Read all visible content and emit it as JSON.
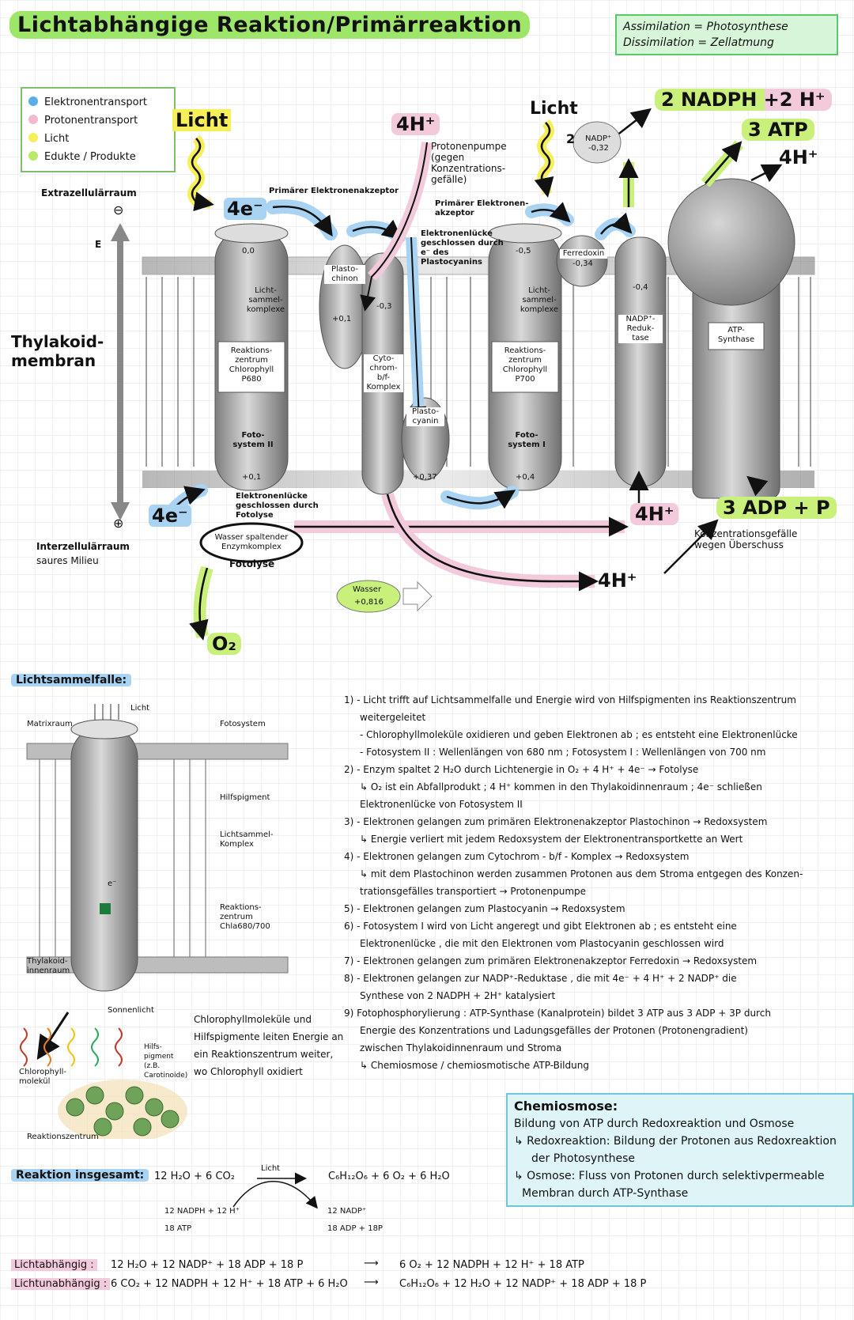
{
  "title": "Lichtabhängige Reaktion/Primärreaktion",
  "definitions": [
    "Assimilation = Photosynthese",
    "Dissimilation = Zellatmung"
  ],
  "legend": [
    {
      "label": "Elektronentransport",
      "color": "#5aaee6"
    },
    {
      "label": "Protonentransport",
      "color": "#f2b9d2"
    },
    {
      "label": "Licht",
      "color": "#f6ef5a"
    },
    {
      "label": "Edukte / Produkte",
      "color": "#b9ea6b"
    }
  ],
  "diagram": {
    "extracellular": "Extrazellulärraum",
    "intercellular": "Interzellulärraum",
    "acidic": "saures Milieu",
    "membrane_label": "Thylakoid-membran",
    "energy_axis": "E",
    "minus": "⊖",
    "plus": "⊕",
    "light1": "Licht",
    "light2": "Licht",
    "e4": "4e⁻",
    "e4_bottom": "4e⁻",
    "h4_top": "4H⁺",
    "h4_mid": "4H⁺",
    "h4_bottom": "4H⁺",
    "h4_right": "4H⁺",
    "nadph": "2 NADPH +2 H⁺",
    "atp": "3 ATP",
    "adp": "3 ADP + P",
    "o2": "O₂",
    "primary_acceptor1": "Primärer Elektronenakzeptor",
    "primary_acceptor2": "Primärer Elektronen-akzeptor",
    "proton_pump": "Protonenpumpe (gegen Konzentrations-gefälle)",
    "gap_note": "Elektronenlücke geschlossen durch e⁻ des Plastocyanins",
    "gap_note2": "Elektronenlücke geschlossen durch Fotolyse",
    "photolysis": "Fotolyse",
    "gradient": "Konzentrationsgefälle wegen Überschuss",
    "ps2_top": "0,0",
    "ps2_mid": "Licht-sammel-komplexe",
    "ps2_rc": "Reaktions-zentrum Chlorophyll P680",
    "ps2_name": "Foto-system II",
    "ps2_bottom": "+0,1",
    "plastochinon": "Plasto-chinon",
    "plastochinon_val": "+0,1",
    "cyt_val": "-0,3",
    "cyt": "Cyto-chrom-b/f-Komplex",
    "plastocyanin": "Plasto-cyanin",
    "plastocyanin_val": "+0,37",
    "ps1_top": "-0,5",
    "ps1_mid": "Licht-sammel-komplexe",
    "ps1_rc": "Reaktions-zentrum Chlorophyll P700",
    "ps1_name": "Foto-system I",
    "ps1_bottom": "+0,4",
    "ferredoxin": "Ferredoxin",
    "ferredoxin_val": "-0,34",
    "nadp_red_val": "-0,4",
    "nadp_red": "NADP⁺-Reduk-tase",
    "nadp_box": "NADP⁺",
    "nadp_box_val": "-0,32",
    "nadp_num": "2",
    "atp_synthase": "ATP-Synthase",
    "water_split": "Wasser spaltender Enzymkomplex",
    "water": "Wasser",
    "water_val": "+0,816"
  },
  "lichtsammelfalle": {
    "heading": "Lichtsammelfalle:",
    "labels": {
      "licht": "Licht",
      "matrix": "Matrixraum",
      "fotosystem": "Fotosystem",
      "hilfspigment": "Hilfspigment",
      "lsk": "Lichtsammel-Komplex",
      "rz": "Reaktions-zentrum Chla680/700",
      "innen": "Thylakoid-innenraum",
      "sonnenlicht": "Sonnenlicht",
      "hilfs2": "Hilfs-pigment (z.B. Carotinoide)",
      "chl": "Chlorophyll-molekül",
      "rz2": "Reaktionszentrum",
      "e": "e⁻"
    },
    "note": "Chlorophyllmoleküle und Hilfspigmente leiten Energie an ein Reaktionszentrum weiter, wo Chlorophyll oxidiert"
  },
  "steps": [
    "1) - Licht trifft auf Lichtsammelfalle und Energie wird von Hilfspigmenten ins Reaktionszentrum",
    "weitergeleitet",
    "- Chlorophyllmoleküle oxidieren und geben Elektronen ab ; es entsteht eine Elektronenlücke",
    "- Fotosystem II : Wellenlängen von 680 nm ; Fotosystem I : Wellenlängen von 700 nm",
    "2) - Enzym spaltet 2 H₂O durch Lichtenergie in O₂ + 4 H⁺ + 4e⁻ → Fotolyse",
    "↳ O₂ ist ein Abfallprodukt ; 4 H⁺ kommen in den Thylakoidinnenraum ; 4e⁻ schließen",
    "Elektronenlücke von Fotosystem II",
    "3) - Elektronen gelangen zum primären Elektronenakzeptor Plastochinon → Redoxsystem",
    "↳ Energie verliert mit jedem Redoxsystem der Elektronentransportkette an Wert",
    "4) - Elektronen gelangen zum Cytochrom - b/f - Komplex → Redoxsystem",
    "↳ mit dem Plastochinon werden zusammen Protonen aus dem Stroma entgegen des Konzen-",
    "trationsgefälles transportiert → Protonenpumpe",
    "5) - Elektronen gelangen zum Plastocyanin → Redoxsystem",
    "6) - Fotosystem I wird von Licht angeregt und gibt Elektronen ab ; es entsteht eine",
    "Elektronenlücke , die mit den Elektronen vom Plastocyanin geschlossen wird",
    "7) - Elektronen gelangen zum primären Elektronenakzeptor Ferredoxin → Redoxsystem",
    "8) - Elektronen gelangen zur NADP⁺-Reduktase , die mit 4e⁻ + 4 H⁺ + 2 NADP⁺ die",
    "Synthese von 2 NADPH + 2H⁺ katalysiert",
    "9) Fotophosphorylierung : ATP-Synthase (Kanalprotein) bildet 3 ATP aus 3 ADP + 3P durch",
    "Energie des Konzentrations und Ladungsgefälles der Protonen (Protonengradient)",
    "zwischen Thylakoidinnenraum und Stroma",
    "↳ Chemiosmose / chemiosmotische ATP-Bildung"
  ],
  "chemiosmose": {
    "title": "Chemiosmose:",
    "line1": "Bildung von ATP durch Redoxreaktion und Osmose",
    "line2": "↳ Redoxreaktion: Bildung der Protonen aus Redoxreaktion",
    "line3": "der Photosynthese",
    "line4": "↳ Osmose: Fluss von Protonen durch selektivpermeable",
    "line5": "Membran durch ATP-Synthase"
  },
  "reaction": {
    "label": "Reaktion insgesamt:",
    "left": "12 H₂O + 6 CO₂",
    "licht": "Licht",
    "right": "C₆H₁₂O₆ + 6 O₂ + 6 H₂O",
    "sub1a": "12 NADPH + 12 H⁺",
    "sub1b": "18 ATP",
    "sub2a": "12 NADP⁺",
    "sub2b": "18 ADP + 18P"
  },
  "summary": [
    {
      "label": "Lichtabhängig :",
      "left": "12 H₂O + 12 NADP⁺ + 18 ADP + 18 P",
      "right": "6 O₂ + 12 NADPH + 12 H⁺ + 18 ATP"
    },
    {
      "label": "Lichtunabhängig :",
      "left": "6 CO₂ + 12 NADPH + 12 H⁺ + 18 ATP + 6 H₂O",
      "right": "C₆H₁₂O₆ + 12 H₂O + 12 NADP⁺ + 18 ADP + 18 P"
    }
  ]
}
